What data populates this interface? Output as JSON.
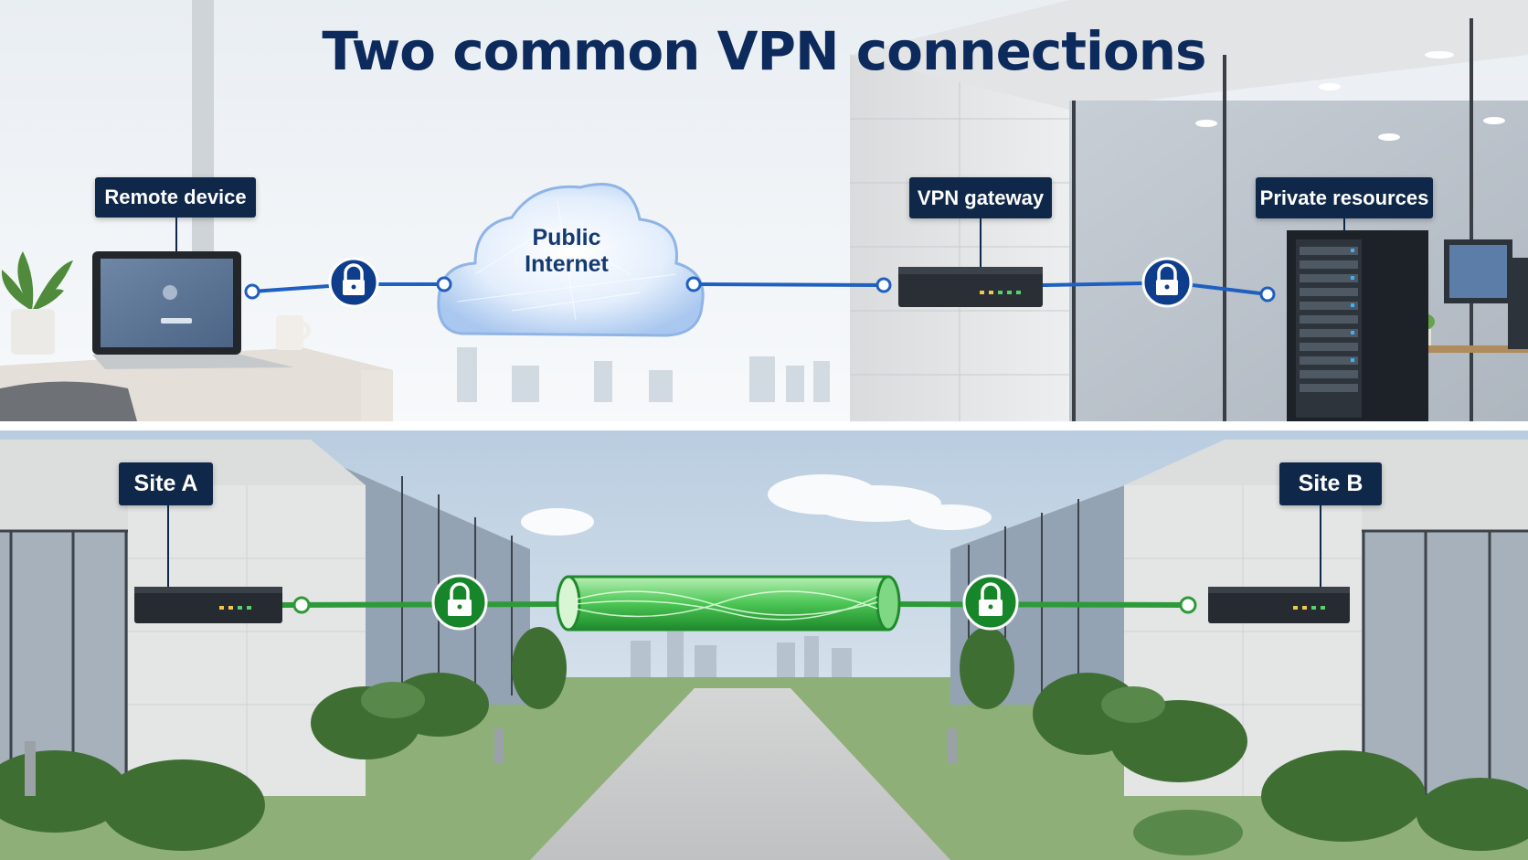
{
  "title": "Two common VPN connections",
  "remote_access": {
    "remote_device_label": "Remote device",
    "cloud_label": "Public Internet",
    "gateway_label": "VPN gateway",
    "resources_label": "Private resources",
    "link_color": "#1f5fbf",
    "lock_color": "#0e3d8c"
  },
  "site_to_site": {
    "site_a_label": "Site A",
    "site_b_label": "Site B",
    "tunnel_color": "#3cb54a",
    "lock_color": "#17862a"
  }
}
